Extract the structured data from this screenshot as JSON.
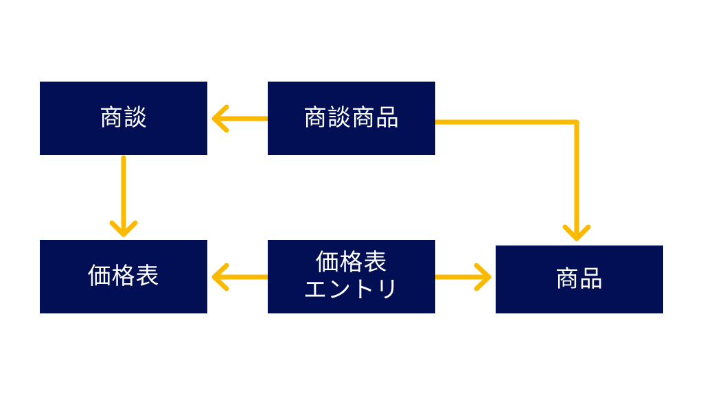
{
  "colors": {
    "node_fill": "#020f55",
    "node_text": "#ffffff",
    "arrow": "#fbb900",
    "background": "#ffffff"
  },
  "nodes": {
    "shodan": {
      "label": "商談"
    },
    "shodan_shohin": {
      "label": "商談商品"
    },
    "kakakuhyo": {
      "label": "価格表"
    },
    "entry": {
      "line1": "価格表",
      "line2": "エントリ"
    },
    "shohin": {
      "label": "商品"
    }
  },
  "edges": [
    {
      "from": "商談商品",
      "to": "商談"
    },
    {
      "from": "商談商品",
      "to": "商品"
    },
    {
      "from": "商談",
      "to": "価格表"
    },
    {
      "from": "価格表エントリ",
      "to": "価格表"
    },
    {
      "from": "価格表エントリ",
      "to": "商品"
    }
  ]
}
